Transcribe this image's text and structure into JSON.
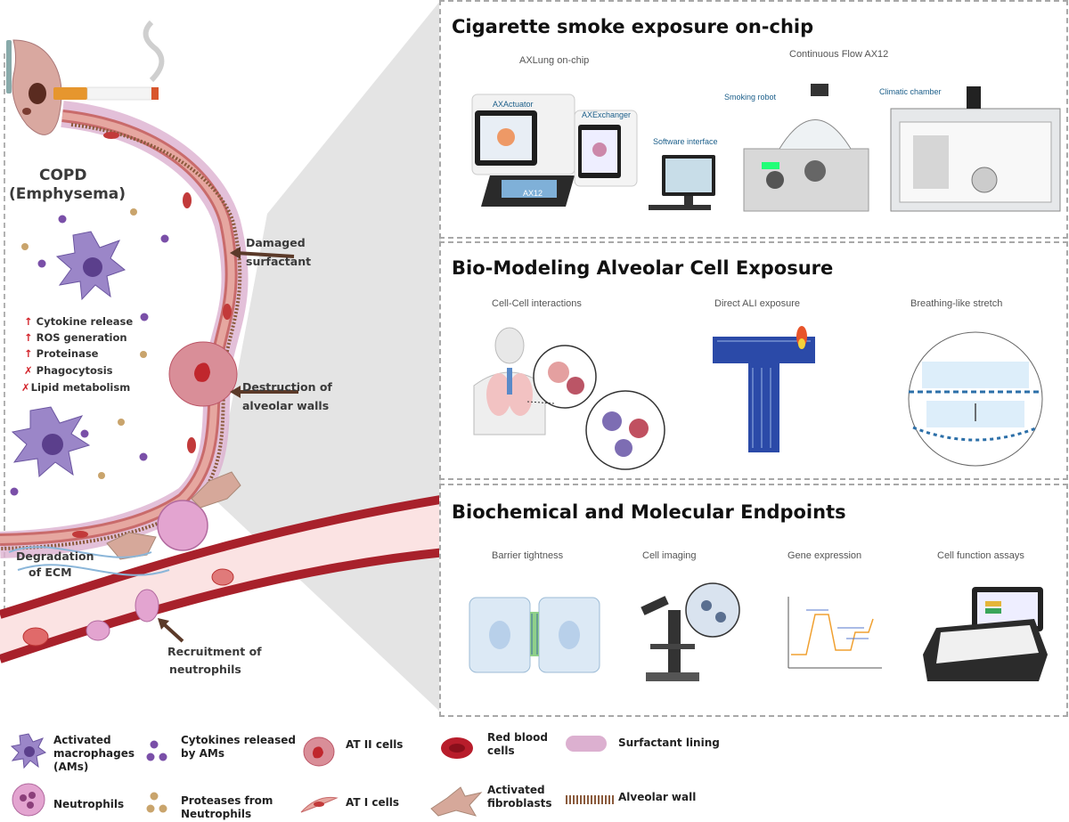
{
  "left": {
    "title": "COPD",
    "subtitle": "(Emphysema)",
    "effects": [
      {
        "symbol": "↑",
        "text": "Cytokine release"
      },
      {
        "symbol": "↑",
        "text": "ROS generation"
      },
      {
        "symbol": "↑",
        "text": "Proteinase"
      },
      {
        "symbol": "✗",
        "text": "Phagocytosis"
      },
      {
        "symbol": "✗",
        "text": "Lipid metabolism"
      }
    ],
    "callouts": {
      "damaged_1": "Damaged",
      "damaged_2": "surfactant",
      "destruction_1": "Destruction of",
      "destruction_2": "alveolar walls",
      "degradation_1": "Degradation",
      "degradation_2": "of ECM",
      "recruitment_1": "Recruitment of",
      "recruitment_2": "neutrophils"
    }
  },
  "panel1": {
    "title": "Cigarette smoke exposure on-chip",
    "sub_left": "AXLung on-chip",
    "sub_right": "Continuous Flow AX12",
    "devices": {
      "actuator": "AXActuator",
      "exchanger": "AXExchanger",
      "software": "Software interface",
      "robot": "Smoking robot",
      "chamber": "Climatic chamber",
      "chip": "AX12"
    }
  },
  "panel2": {
    "title": "Bio-Modeling Alveolar Cell Exposure",
    "labels": [
      "Cell-Cell interactions",
      "Direct ALI exposure",
      "Breathing-like stretch"
    ]
  },
  "panel3": {
    "title": "Biochemical and Molecular Endpoints",
    "labels": [
      "Barrier tightness",
      "Cell imaging",
      "Gene expression",
      "Cell function assays"
    ]
  },
  "legend": {
    "macrophages": "Activated macrophages (AMs)",
    "cytokines": "Cytokines released by AMs",
    "at2": "AT II cells",
    "rbc": "Red blood cells",
    "surfactant": "Surfactant lining",
    "neutrophils": "Neutrophils",
    "proteases": "Proteases from Neutrophils",
    "at1": "AT I cells",
    "fibroblasts": "Activated fibroblasts",
    "wall": "Alveolar wall"
  },
  "colors": {
    "wall": "#c96b6b",
    "surfactant": "#d9a9cc",
    "macrophage": "#9b86c8",
    "cytokine": "#7a4fa8",
    "protease": "#c9a46c",
    "rbc": "#b81d2b",
    "arrow": "#5b3a29",
    "red_symbol": "#d3232a"
  }
}
